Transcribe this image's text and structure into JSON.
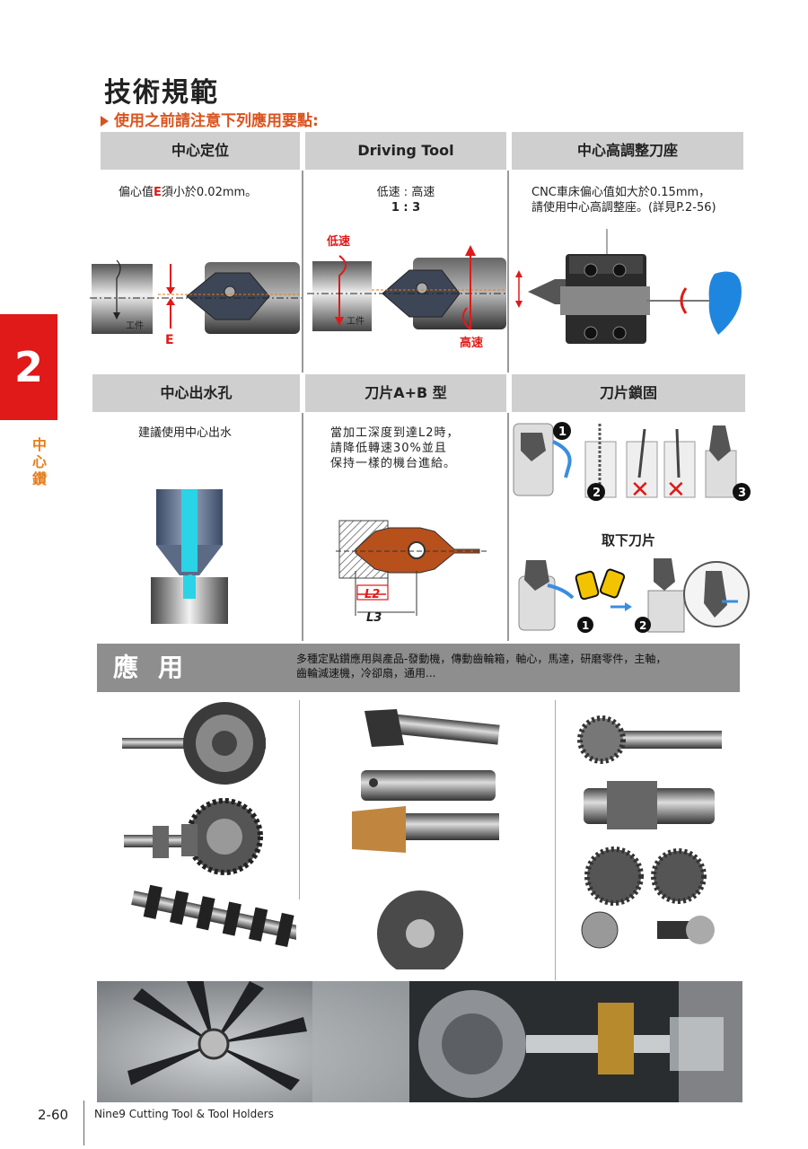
{
  "page": {
    "title": "技術規範",
    "subtitle": "使用之前請注意下列應用要點:",
    "side_tab_number": "2",
    "side_tab_category": "中心鑽",
    "page_number": "2-60",
    "brand_footer": "Nine9 Cutting Tool & Tool Holders"
  },
  "sections": {
    "center_position": {
      "header": "中心定位",
      "text_pre": "偏心值",
      "text_e": "E",
      "text_post": "須小於0.02mm。",
      "label_workpiece": "工件",
      "label_e": "E"
    },
    "driving_tool": {
      "header": "Driving Tool",
      "speed_label": "低速 : 高速",
      "speed_ratio": "1 : 3",
      "label_low": "低速",
      "label_high": "高速",
      "label_workpiece": "工件"
    },
    "center_height_holder": {
      "header": "中心高調整刀座",
      "line1": "CNC車床偏心值如大於0.15mm，",
      "line2": "請使用中心高調整座。(詳見P.2-56)"
    },
    "coolant_hole": {
      "header": "中心出水孔",
      "text": "建議使用中心出水"
    },
    "insert_type": {
      "header": "刀片A+B 型",
      "line1": "當加工深度到達L2時，",
      "line2": "請降低轉速30%並且",
      "line3": "保持一樣的機台進給。",
      "label_l2": "L2",
      "label_l3": "L3"
    },
    "insert_locking": {
      "header": "刀片鎖固",
      "remove_title": "取下刀片",
      "step1": "1",
      "step2": "2",
      "step3": "3"
    }
  },
  "application": {
    "title": "應用",
    "line1": "多種定點鑽應用與產品-發動機，傳動齒輪箱，軸心，馬達，研磨零件，主軸，",
    "line2": "齒輪減速機，冷卻扇，通用..."
  },
  "colors": {
    "accent_orange": "#d9531e",
    "tab_red": "#e01919",
    "header_gray": "#cfcfcf",
    "bar_gray": "#8e8e8e",
    "insert_brown": "#b8501c"
  }
}
